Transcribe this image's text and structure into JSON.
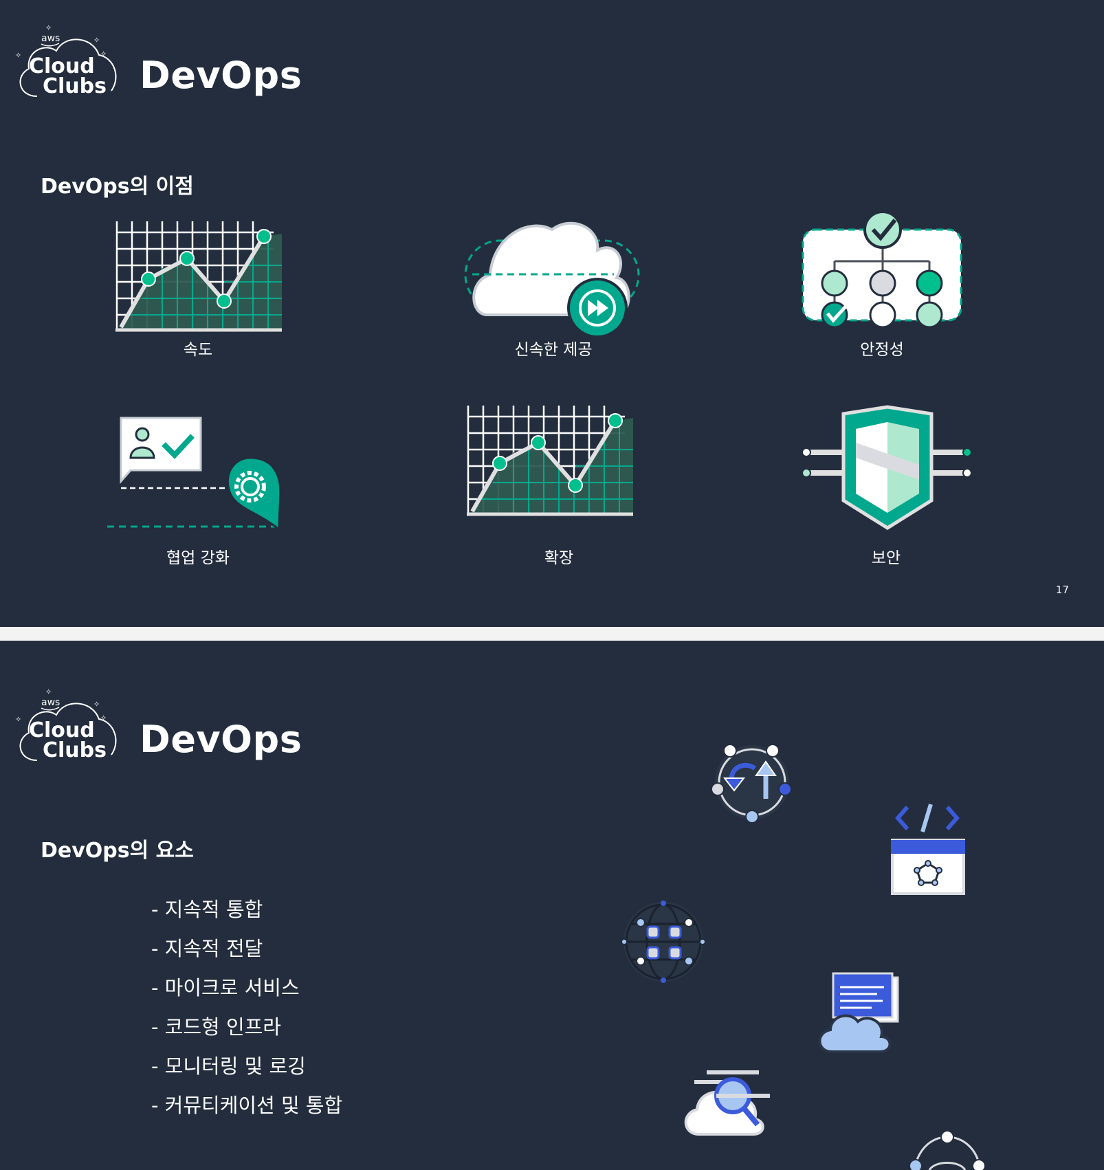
{
  "logo": {
    "aws": "aws",
    "line1": "Cloud",
    "line2": "Clubs"
  },
  "slide1": {
    "title": "DevOps",
    "subtitle": "DevOps의 이점",
    "benefits": [
      "속도",
      "신속한 제공",
      "안정성",
      "협업 강화",
      "확장",
      "보안"
    ],
    "page_number": "17"
  },
  "slide2": {
    "title": "DevOps",
    "subtitle": "DevOps의 요소",
    "elements": [
      "- 지속적 통합",
      "- 지속적 전달",
      "- 마이크로 서비스",
      "- 코드형 인프라",
      "- 모니터링 및 로깅",
      "- 커뮤티케이션 및 통합"
    ]
  },
  "colors": {
    "background": "#232d3d",
    "green": "#01a88d",
    "light_green": "#ade8cf",
    "blue": "#3b5bdb",
    "light_blue": "#a7c7f2"
  },
  "icons": [
    "speed-chart-icon",
    "cloud-delivery-icon",
    "reliability-tree-icon",
    "collaboration-icon",
    "scale-chart-icon",
    "security-shield-icon",
    "sync-cycle-icon",
    "code-box-icon",
    "microservices-globe-icon",
    "cloud-window-icon",
    "cloud-search-icon",
    "network-nodes-icon"
  ]
}
